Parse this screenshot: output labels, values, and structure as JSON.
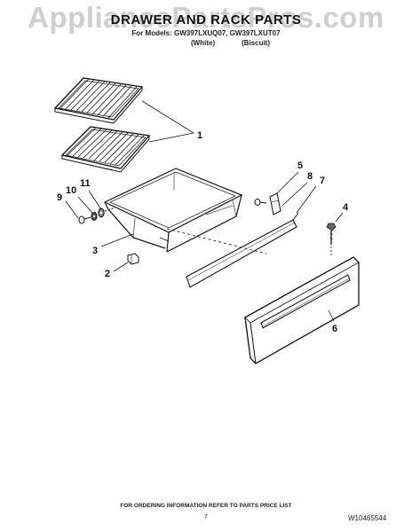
{
  "watermark": "AppliancePartsPros.com",
  "header": {
    "title": "DRAWER AND RACK PARTS",
    "models": "For Models: GW397LXUQ07, GW397LXUT07",
    "color_white": "(White)",
    "color_biscuit": "(Biscuit)"
  },
  "callouts": [
    "1",
    "2",
    "3",
    "4",
    "5",
    "6",
    "7",
    "8",
    "9",
    "10",
    "11"
  ],
  "footer": {
    "ordering_note": "FOR ORDERING INFORMATION REFER TO PARTS PRICE LIST",
    "page_number": "7",
    "doc_id": "W10465544"
  }
}
